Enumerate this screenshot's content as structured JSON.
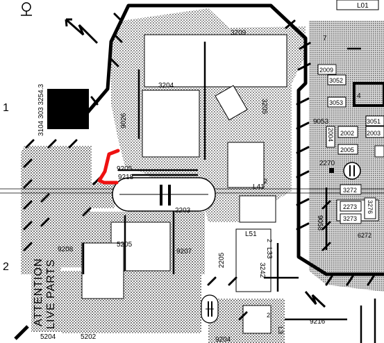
{
  "board": {
    "code": "3104 303 3254.3",
    "grid_row_1": "1",
    "grid_row_2": "2",
    "row_marker_7": "7",
    "row_marker_4": "4"
  },
  "warning": {
    "line1": "ATTENTION",
    "line2": "LIVE PARTS"
  },
  "labels": {
    "c3209": "3209",
    "c3204": "3204",
    "c3205": "3205",
    "c9026": "9026",
    "c9205": "9205",
    "c9218": "9218",
    "c2203": "2203",
    "c5205": "5205",
    "c9207": "9207",
    "c9208": "9208",
    "L41": "L41",
    "L41_pin": "2",
    "L51": "L51",
    "L33": "L33",
    "L33_pin": "2",
    "c3242": "3242",
    "c2205": "2205",
    "c9204": "9204",
    "c5204": "5204",
    "c5202": "5202",
    "c9216": "9216",
    "L3_pin": "2",
    "L3": "L3",
    "c9053": "9053",
    "c2004": "2004",
    "c2002": "2002",
    "c2005": "2005",
    "c2270": "2270",
    "c9058": "9058",
    "c2009": "2009",
    "c3052": "3052",
    "c3053": "3053",
    "c3051": "3051",
    "c3272": "3272",
    "c2273": "2273",
    "c3273": "3273",
    "c6272": "6272",
    "c3276": "3276",
    "L01": "L01",
    "c2003": "2003"
  },
  "colors": {
    "ink": "#000000",
    "hatch": "#8a8a8a",
    "paper": "#ffffff",
    "marker": "#ee1111"
  }
}
